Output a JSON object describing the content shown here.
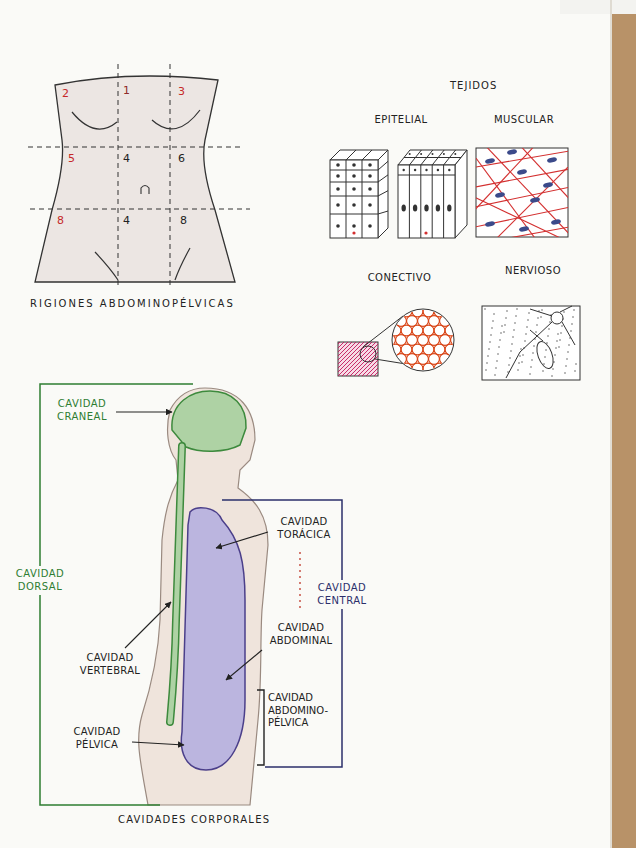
{
  "diagram": {
    "nodes": [
      {
        "text": [
          "EPITELIAL"
        ]
      },
      {
        "text": [
          "MUSCULAR"
        ]
      },
      {
        "text": [
          "CONECTIVO"
        ]
      },
      {
        "text": [
          "NERVIOSO"
        ]
      }
    ],
    "labels": [
      "2",
      "1",
      "3",
      "5",
      "4",
      "6",
      "8",
      "4",
      "8",
      "RIGIONES ABDOMINOPÉLVICAS",
      "TEJIDOS",
      "CAVIDAD CRANEAL",
      "CAVIDAD TORÁCICA",
      "CAVIDAD DORSAL",
      "CAVIDAD CENTRAL",
      "CAVIDAD ABDOMINAL",
      "CAVIDAD VERTEBRAL",
      "CAVIDAD ABDOMINO-PÉLVICA",
      "CAVIDAD PÉLVICA",
      "CAVIDADES CORPORALES"
    ]
  }
}
